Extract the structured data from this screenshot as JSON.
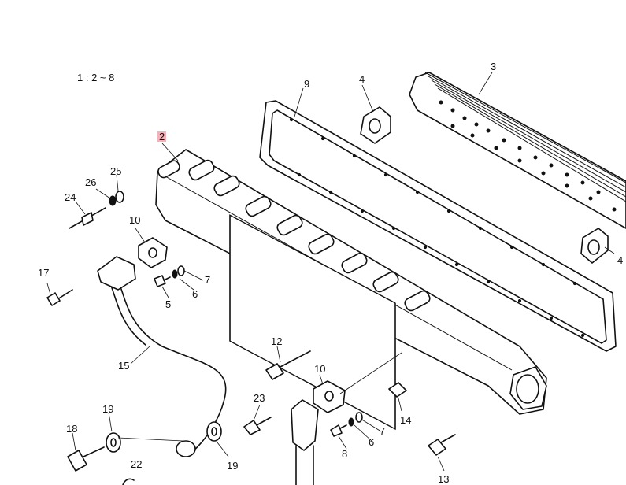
{
  "scale": "1 : 2 ~ 8",
  "highlight_color": "#f3b3b8",
  "callouts": {
    "c2": "2",
    "c3": "3",
    "c4a": "4",
    "c4b": "4",
    "c5": "5",
    "c6a": "6",
    "c6b": "6",
    "c7a": "7",
    "c7b": "7",
    "c8": "8",
    "c9": "9",
    "c10a": "10",
    "c10b": "10",
    "c12": "12",
    "c13": "13",
    "c14": "14",
    "c15": "15",
    "c17": "17",
    "c18": "18",
    "c19a": "19",
    "c19b": "19",
    "c22": "22",
    "c23": "23",
    "c24": "24",
    "c25": "25",
    "c26": "26"
  }
}
